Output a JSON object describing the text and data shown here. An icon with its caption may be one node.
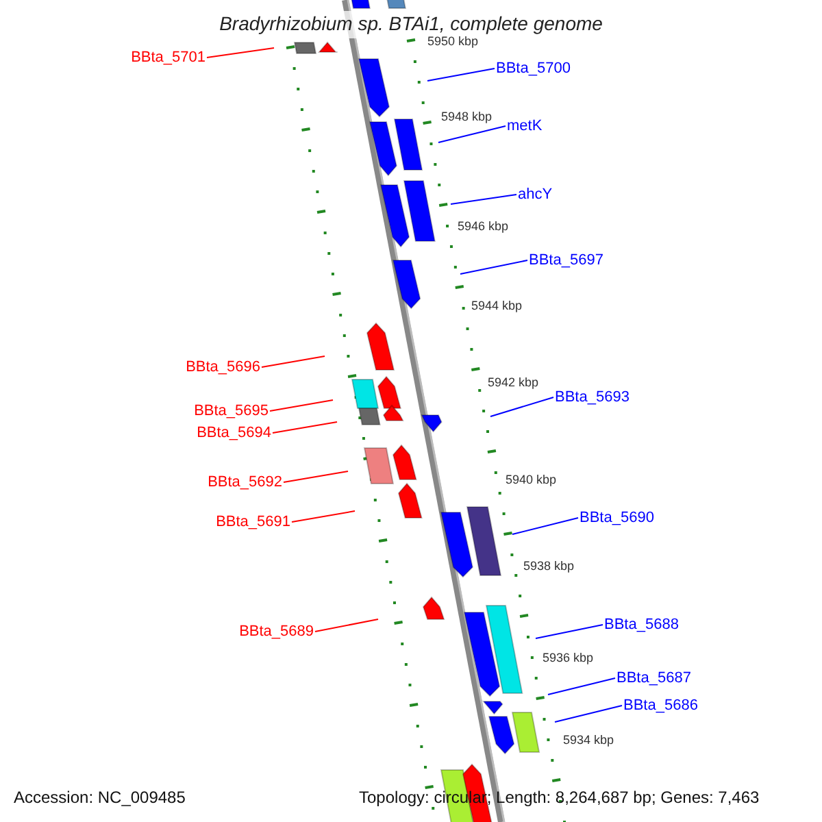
{
  "diagram": {
    "title": "Bradyrhizobium sp. BTAi1, complete genome",
    "nodes": [
      {
        "text": [
          "BBta_5701"
        ]
      },
      {
        "text": [
          "BBta_5700"
        ]
      },
      {
        "text": [
          "metK"
        ]
      },
      {
        "text": [
          "ahcY"
        ]
      },
      {
        "text": [
          "BBta_5697"
        ]
      },
      {
        "text": [
          "BBta_5696"
        ]
      },
      {
        "text": [
          "BBta_5693"
        ]
      },
      {
        "text": [
          "BBta_5695"
        ]
      },
      {
        "text": [
          "BBta_5694"
        ]
      },
      {
        "text": [
          "BBta_5692"
        ]
      },
      {
        "text": [
          "BBta_5690"
        ]
      },
      {
        "text": [
          "BBta_5691"
        ]
      },
      {
        "text": [
          "BBta_5688"
        ]
      },
      {
        "text": [
          "BBta_5689"
        ]
      },
      {
        "text": [
          "BBta_5687"
        ]
      },
      {
        "text": [
          "BBta_5686"
        ]
      }
    ],
    "edges": [
      {
        "from": 0,
        "to": null,
        "arrow": "none",
        "color": "#ff0000"
      },
      {
        "from": 1,
        "to": null,
        "arrow": "none"
      },
      {
        "from": 2,
        "to": null,
        "arrow": "none"
      },
      {
        "from": 3,
        "to": null,
        "arrow": "none"
      },
      {
        "from": 4,
        "to": null,
        "arrow": "none"
      },
      {
        "from": 5,
        "to": null,
        "arrow": "none",
        "color": "#ff0000"
      },
      {
        "from": 6,
        "to": null,
        "arrow": "none"
      },
      {
        "from": 7,
        "to": null,
        "arrow": "none",
        "color": "#ff0000"
      },
      {
        "from": 8,
        "to": null,
        "arrow": "none",
        "color": "#ff0000"
      },
      {
        "from": 9,
        "to": null,
        "arrow": "none",
        "color": "#ff0000"
      },
      {
        "from": 10,
        "to": null,
        "arrow": "none"
      },
      {
        "from": 11,
        "to": null,
        "arrow": "none",
        "color": "#ff0000"
      },
      {
        "from": 12,
        "to": null,
        "arrow": "none"
      },
      {
        "from": 13,
        "to": null,
        "arrow": "none",
        "color": "#ff0000"
      },
      {
        "from": 14,
        "to": null,
        "arrow": "none"
      },
      {
        "from": 15,
        "to": null,
        "arrow": "none"
      }
    ],
    "labels": [
      "5950 kbp",
      "5948 kbp",
      "5946 kbp",
      "5944 kbp",
      "5942 kbp",
      "5940 kbp",
      "5938 kbp",
      "5936 kbp",
      "5934 kbp",
      "Accession: NC_009485",
      "Topology: circular; Length: 8,264,687 bp; Genes: 7,463"
    ]
  }
}
